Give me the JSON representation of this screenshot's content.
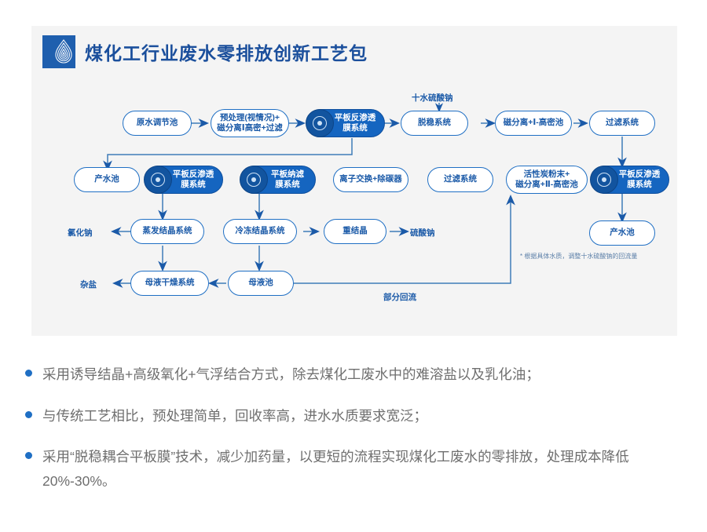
{
  "header": {
    "title": "煤化工行业废水零排放创新工艺包",
    "logo_name": "water-drop-ripple-logo",
    "brand_color": "#1b4f9c"
  },
  "flowchart": {
    "accent_color": "#1f6fc4",
    "fill_color": "#1565c0",
    "nodes": [
      {
        "id": "n1",
        "label": "原水调节池",
        "type": "plain"
      },
      {
        "id": "n2",
        "label": "预处理(视情况)+\n磁分离Ⅰ高密+过滤",
        "line1": "预处理(视情况)+",
        "line2": "磁分离Ⅰ高密+过滤",
        "type": "plain"
      },
      {
        "id": "n3",
        "line1": "平板反渗透",
        "line2": "膜系统",
        "type": "membrane"
      },
      {
        "id": "n4",
        "label": "脱稳系统",
        "type": "plain"
      },
      {
        "id": "n5",
        "label": "磁分离+Ⅰ-高密池",
        "type": "plain"
      },
      {
        "id": "n6",
        "label": "过滤系统",
        "type": "plain"
      },
      {
        "id": "n7",
        "label": "产水池",
        "type": "plain"
      },
      {
        "id": "n8",
        "line1": "平板反渗透",
        "line2": "膜系统",
        "type": "membrane"
      },
      {
        "id": "n9",
        "line1": "平板纳滤",
        "line2": "膜系统",
        "type": "membrane"
      },
      {
        "id": "n10",
        "label": "离子交换+除碳器",
        "type": "plain"
      },
      {
        "id": "n11",
        "label": "过滤系统",
        "type": "plain"
      },
      {
        "id": "n12",
        "line1": "活性炭粉末+",
        "line2": "磁分离+Ⅱ-高密池",
        "type": "plain"
      },
      {
        "id": "n13",
        "line1": "平板反渗透",
        "line2": "膜系统",
        "type": "membrane"
      },
      {
        "id": "n14",
        "label": "蒸发结晶系统",
        "type": "plain"
      },
      {
        "id": "n15",
        "label": "冷冻结晶系统",
        "type": "plain"
      },
      {
        "id": "n16",
        "label": "重结晶",
        "type": "plain"
      },
      {
        "id": "n17",
        "label": "产水池",
        "type": "plain"
      },
      {
        "id": "n18",
        "label": "母液干燥系统",
        "type": "plain"
      },
      {
        "id": "n19",
        "label": "母液池",
        "type": "plain"
      }
    ],
    "labels": {
      "input_chemical": "十水硫酸钠",
      "out_nacl": "氯化钠",
      "out_na2so4": "硫酸钠",
      "out_mixed_salt": "杂盐",
      "partial_reflux": "部分回流"
    },
    "footnote": "* 根据具体水质，调整十水硫酸钠的回流量"
  },
  "bullets": [
    "采用诱导结晶+高级氧化+气浮结合方式，除去煤化工废水中的难溶盐以及乳化油；",
    "与传统工艺相比，预处理简单，回收率高，进水水质要求宽泛；",
    "采用“脱稳耦合平板膜”技术，减少加药量，以更短的流程实现煤化工废水的零排放，处理成本降低20%-30%。"
  ]
}
